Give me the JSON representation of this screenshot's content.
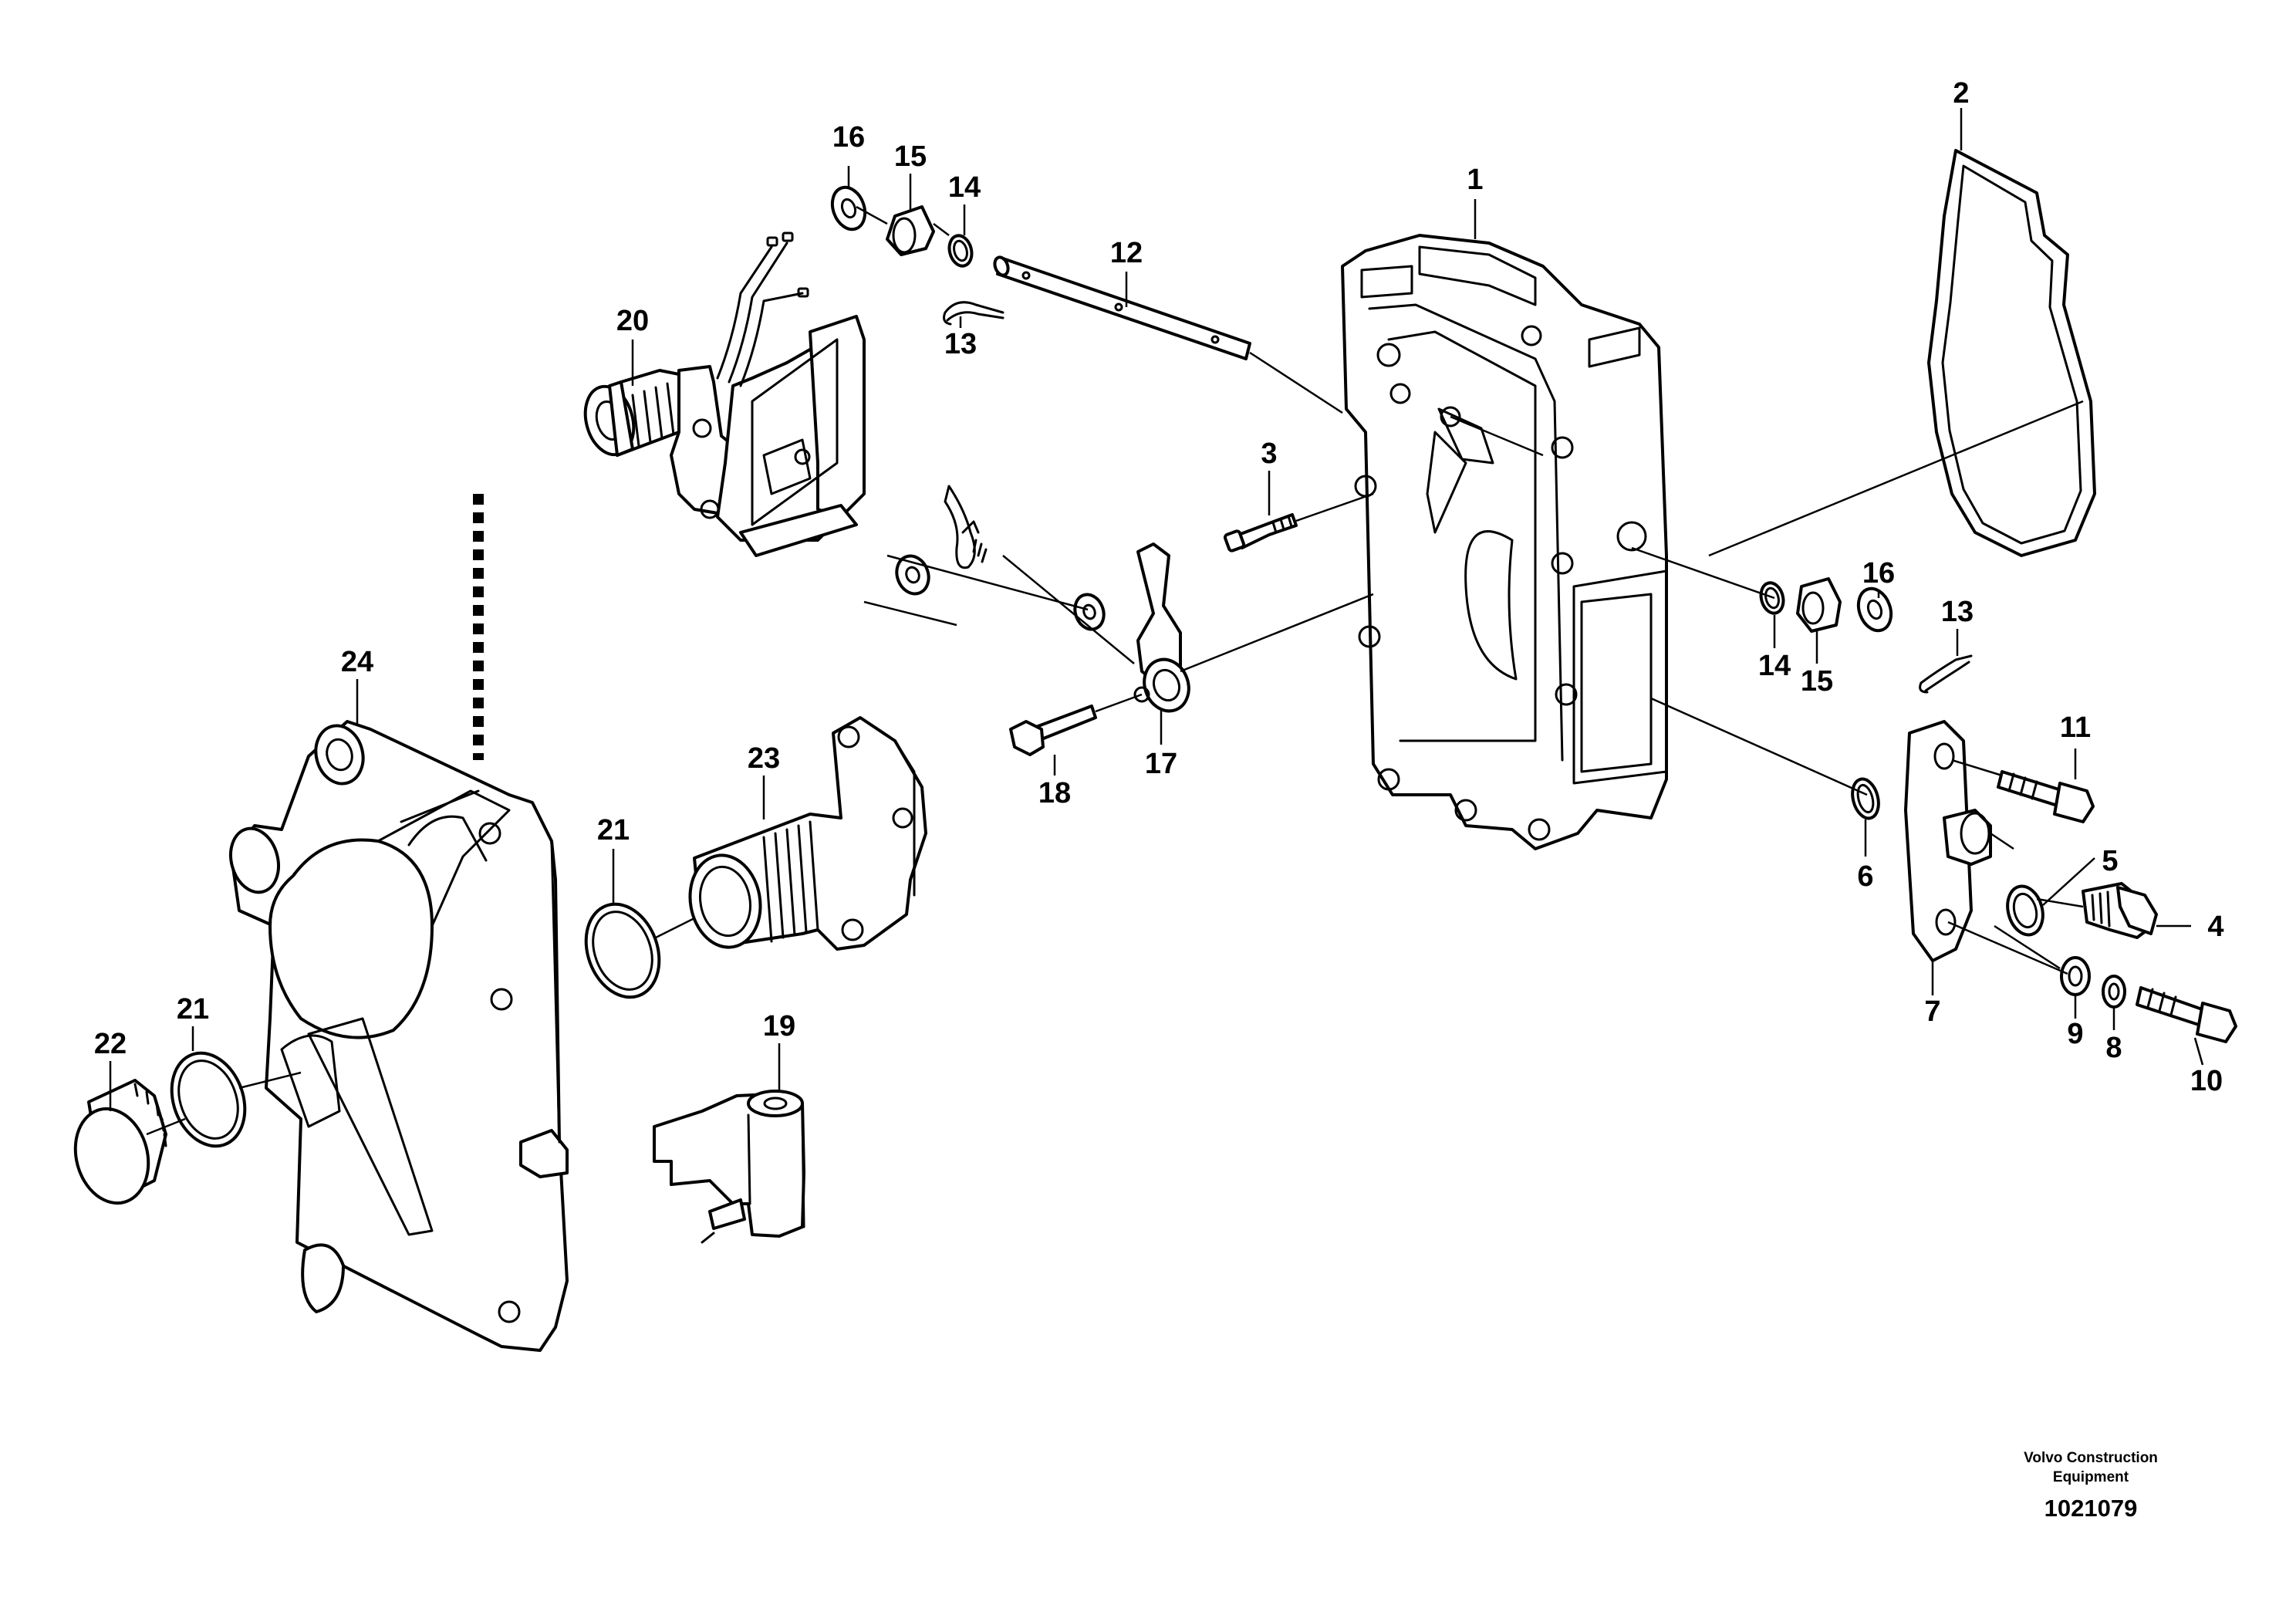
{
  "callouts": {
    "c1": "1",
    "c2": "2",
    "c3": "3",
    "c4": "4",
    "c5": "5",
    "c6": "6",
    "c7": "7",
    "c8": "8",
    "c9": "9",
    "c10": "10",
    "c11": "11",
    "c12": "12",
    "c13a": "13",
    "c13b": "13",
    "c14a": "14",
    "c14b": "14",
    "c15a": "15",
    "c15b": "15",
    "c16a": "16",
    "c16b": "16",
    "c17": "17",
    "c18": "18",
    "c19": "19",
    "c20": "20",
    "c21a": "21",
    "c21b": "21",
    "c22": "22",
    "c23": "23",
    "c24": "24"
  },
  "footer": {
    "brand_line1": "Volvo Construction",
    "brand_line2": "Equipment",
    "illustration_number": "1021079"
  }
}
